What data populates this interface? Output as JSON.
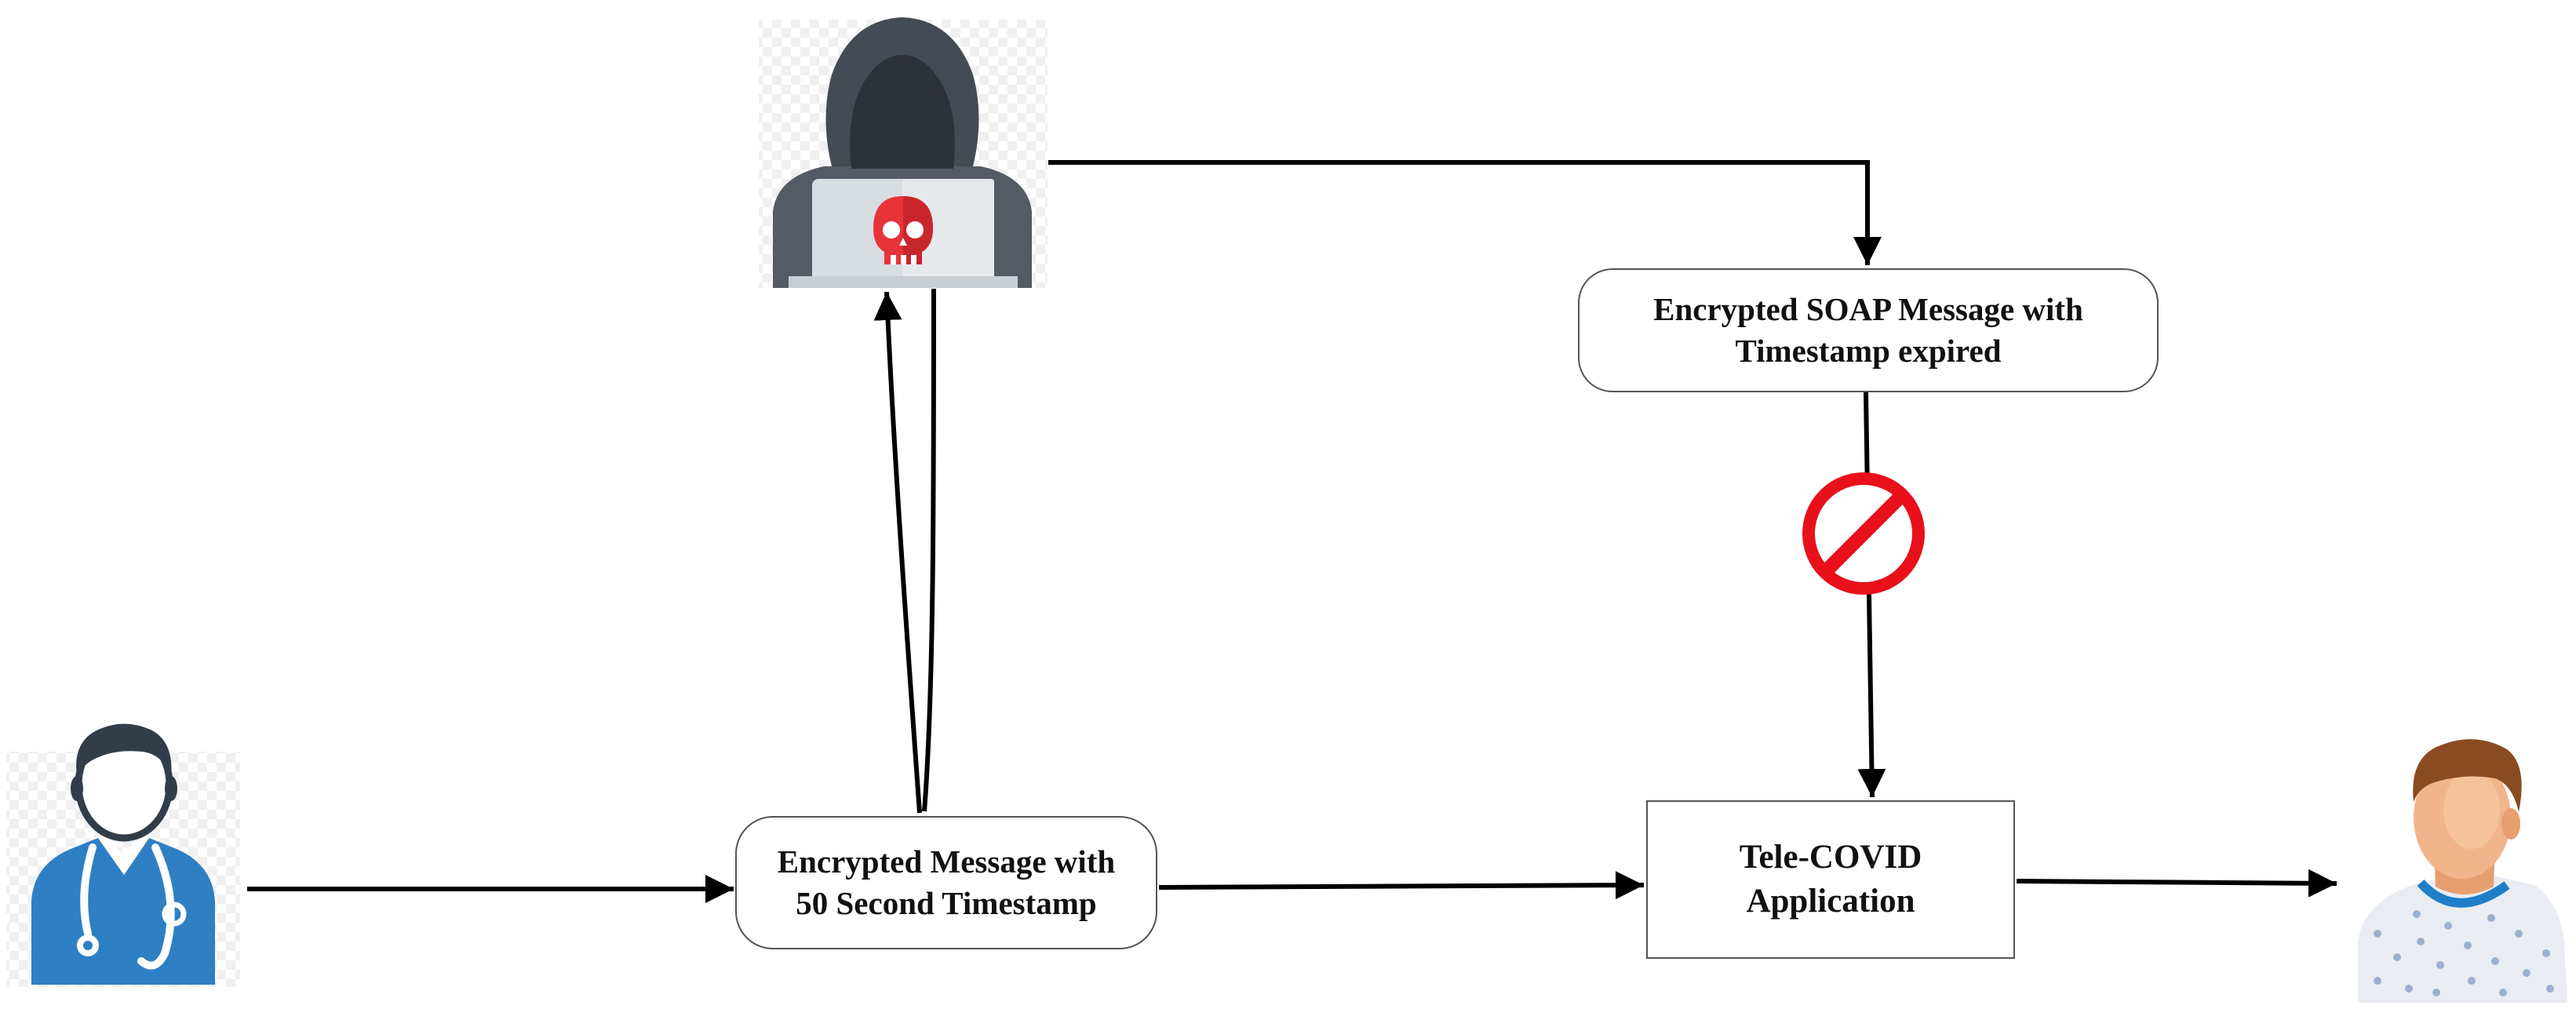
{
  "nodes": {
    "message": {
      "line1": "Encrypted Message with",
      "line2": "50 Second Timestamp"
    },
    "soap_message": {
      "line1": "Encrypted SOAP Message with",
      "line2": "Timestamp expired"
    },
    "application": {
      "line1": "Tele-COVID",
      "line2": "Application"
    }
  },
  "actors": {
    "sender": "doctor-icon",
    "attacker": "hacker-icon",
    "receiver": "patient-icon",
    "blocked": "prohibited-icon"
  },
  "colors": {
    "doctor_blue": "#2e7fc4",
    "doctor_dark": "#323d49",
    "hacker_hood": "#454b54",
    "hacker_face": "#2d3138",
    "skull_red": "#e8333a",
    "prohibit_red": "#e8101b",
    "patient_skin": "#f2b48a",
    "patient_hair": "#8a4a22",
    "arrow": "#000000"
  }
}
